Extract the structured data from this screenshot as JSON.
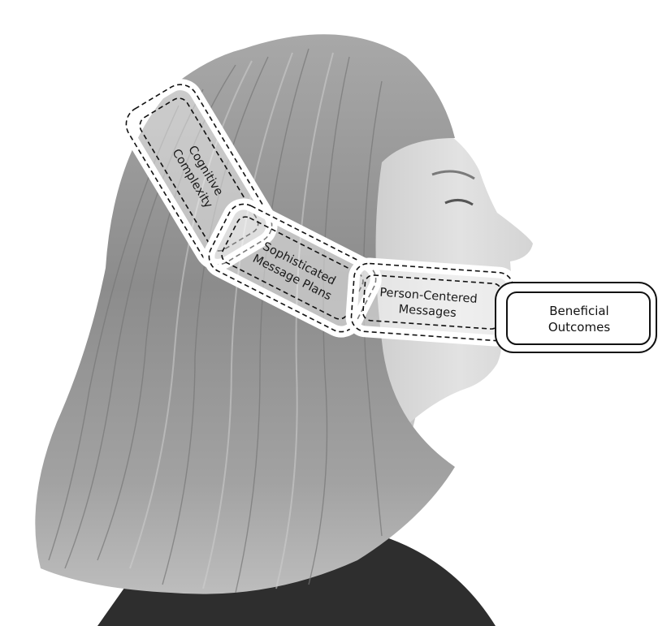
{
  "stages": [
    {
      "id": "cognitive-complexity",
      "lines": [
        "Cognitive",
        "Complexity"
      ]
    },
    {
      "id": "sophisticated-message-plans",
      "lines": [
        "Sophisticated",
        "Message Plans"
      ]
    },
    {
      "id": "person-centered-messages",
      "lines": [
        "Person-Centered",
        "Messages"
      ]
    },
    {
      "id": "beneficial-outcomes",
      "lines": [
        "Beneficial",
        "Outcomes"
      ]
    }
  ],
  "colors": {
    "background": "#ffffff",
    "hair_light": "#b3b3b3",
    "hair_mid": "#8f8f8f",
    "hair_dark": "#5e5e5e",
    "skin": "#e4e4e4",
    "sweater": "#2e2e2e",
    "box_border": "#111111",
    "box_fill": "#ffffff"
  },
  "illustration": "profile-of-woman-with-long-hair"
}
